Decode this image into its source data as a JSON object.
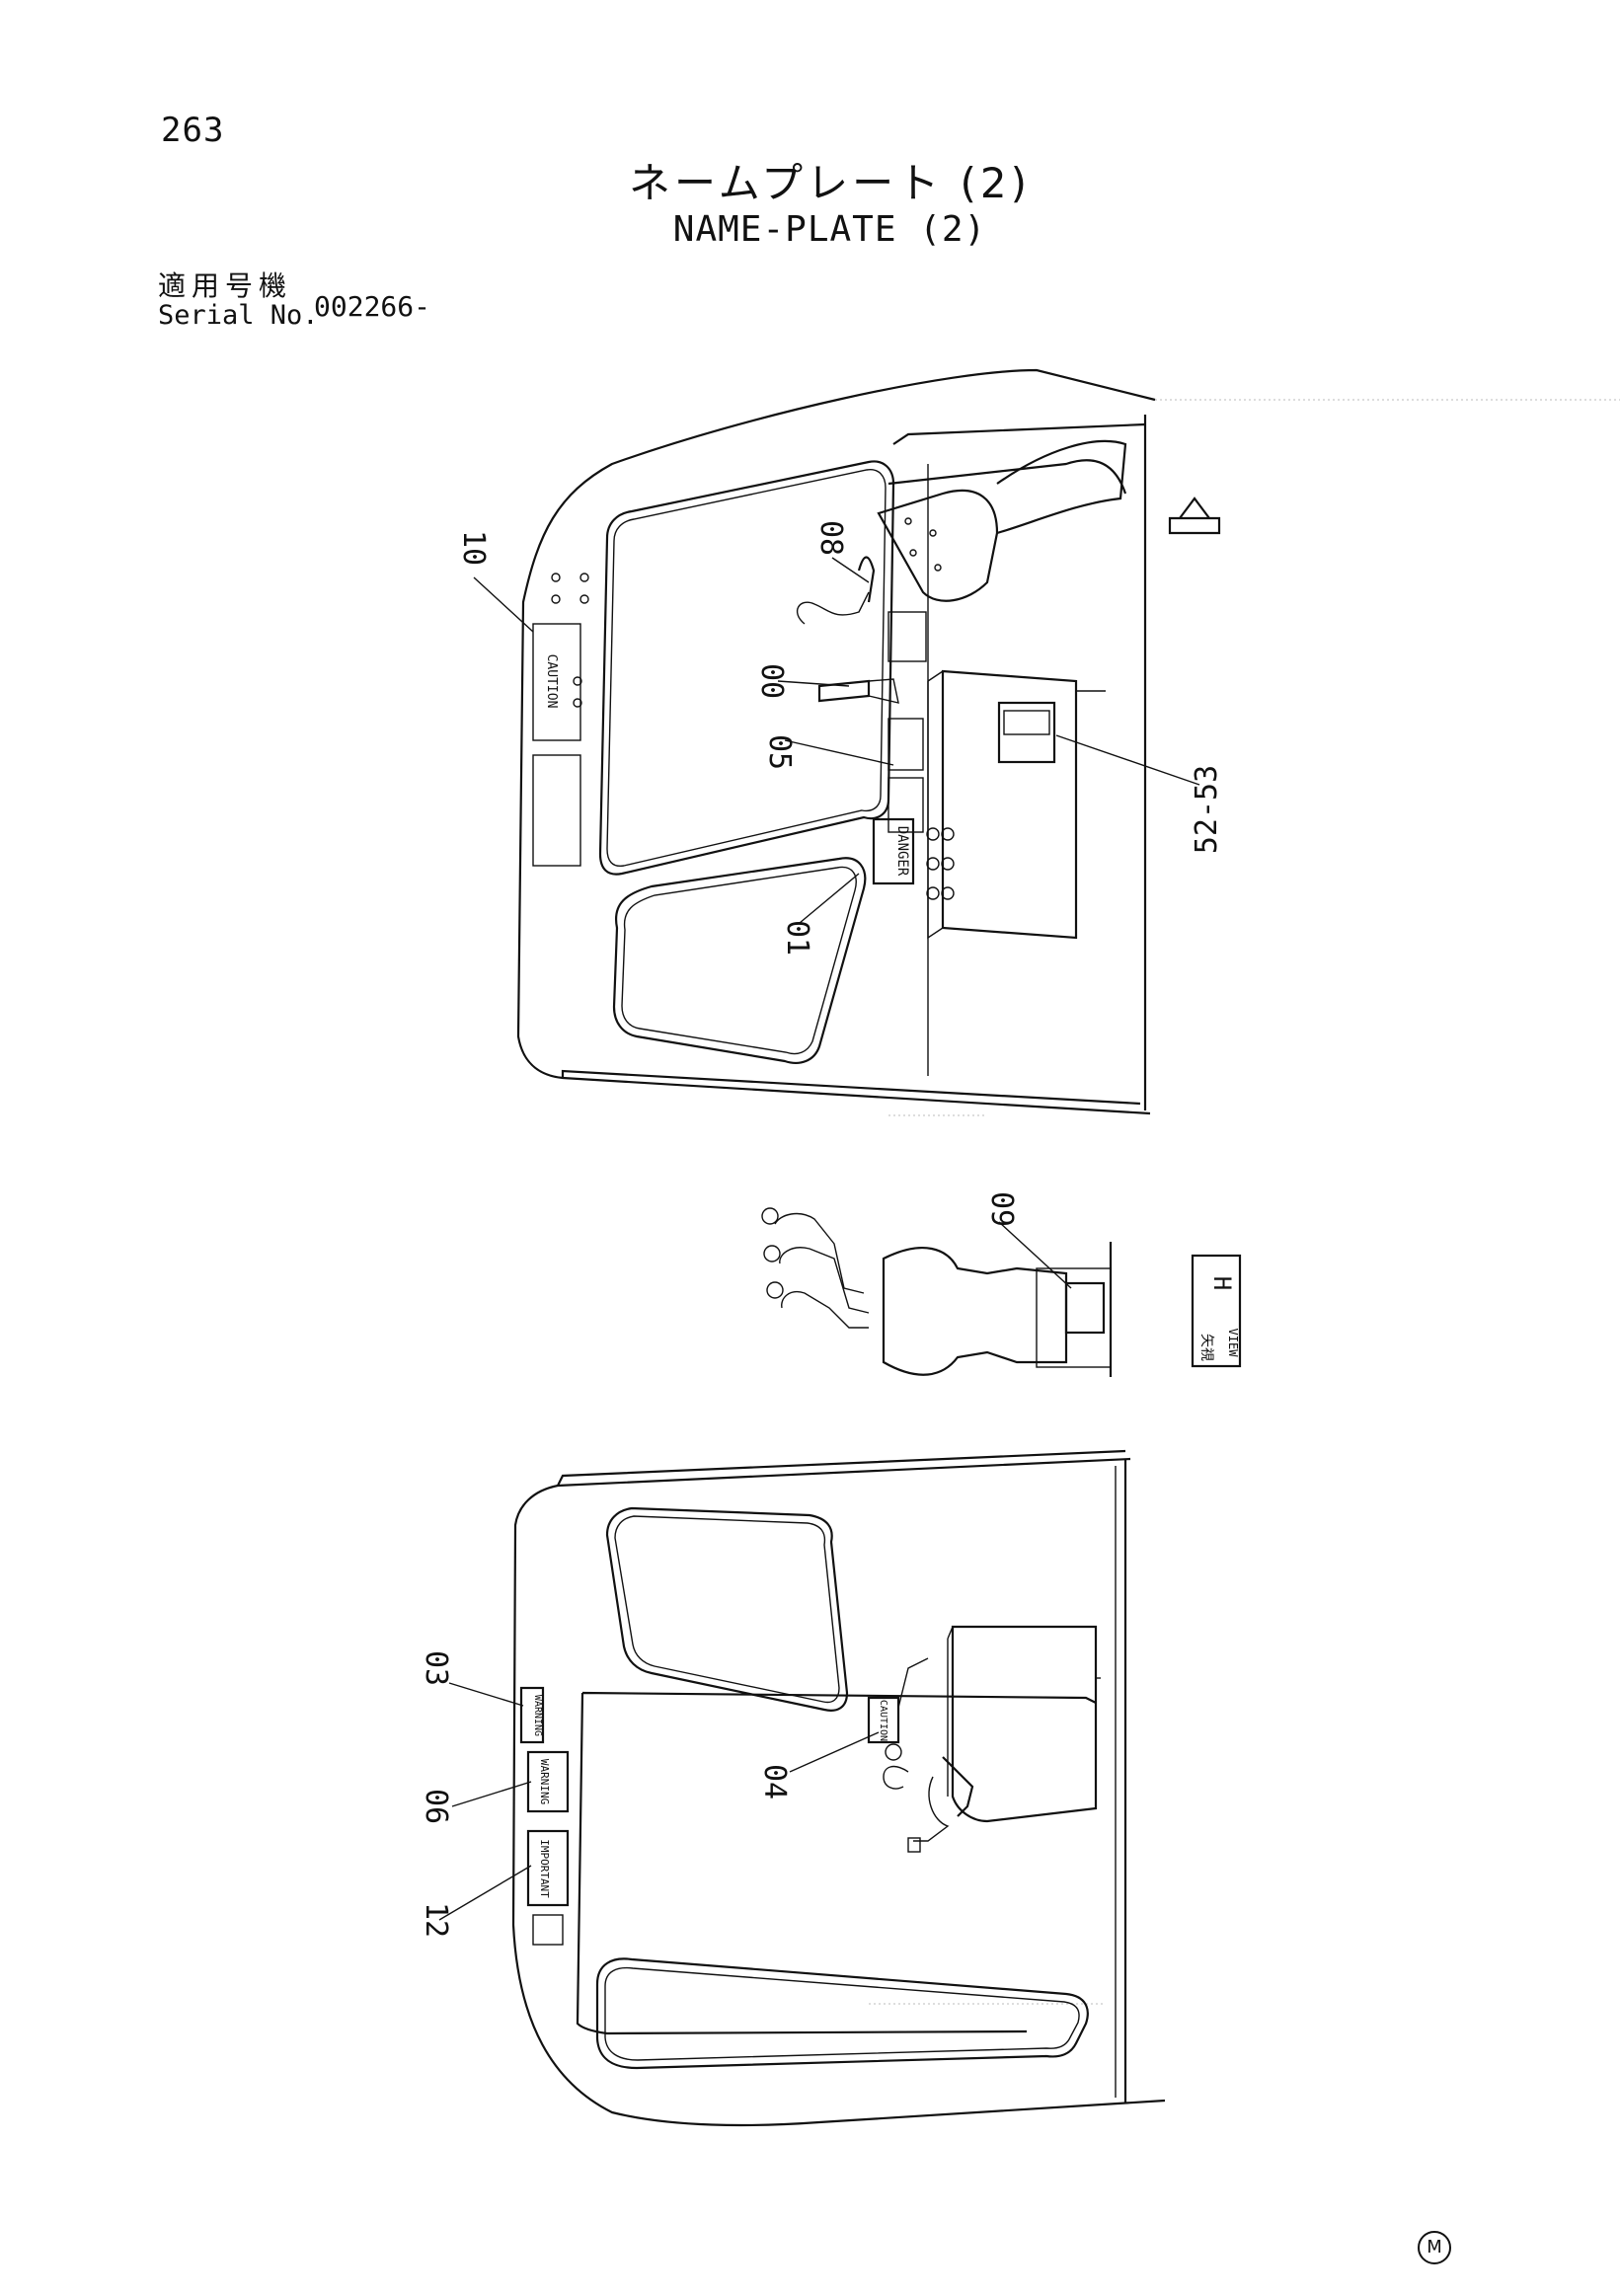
{
  "page_number": "263",
  "title_jp": "ネームプレート (2)",
  "title_en": "NAME-PLATE (2)",
  "serial": {
    "label_jp": "適用号機",
    "label_en": "Serial No.",
    "value": "002266-"
  },
  "top_view": {
    "callouts": [
      "10",
      "08",
      "00",
      "05",
      "01",
      "52-53"
    ],
    "plate_texts": [
      "CAUTION",
      "DANGER"
    ]
  },
  "view_h": {
    "callouts": [
      "09"
    ],
    "box_jp": "矢視",
    "box_letter": "H",
    "box_en": "VIEW"
  },
  "bottom_view": {
    "callouts": [
      "03",
      "06",
      "12",
      "04"
    ],
    "plate_texts": [
      "WARNING",
      "WARNING",
      "IMPORTANT",
      "CAUTION"
    ]
  },
  "footer_mark": "M"
}
